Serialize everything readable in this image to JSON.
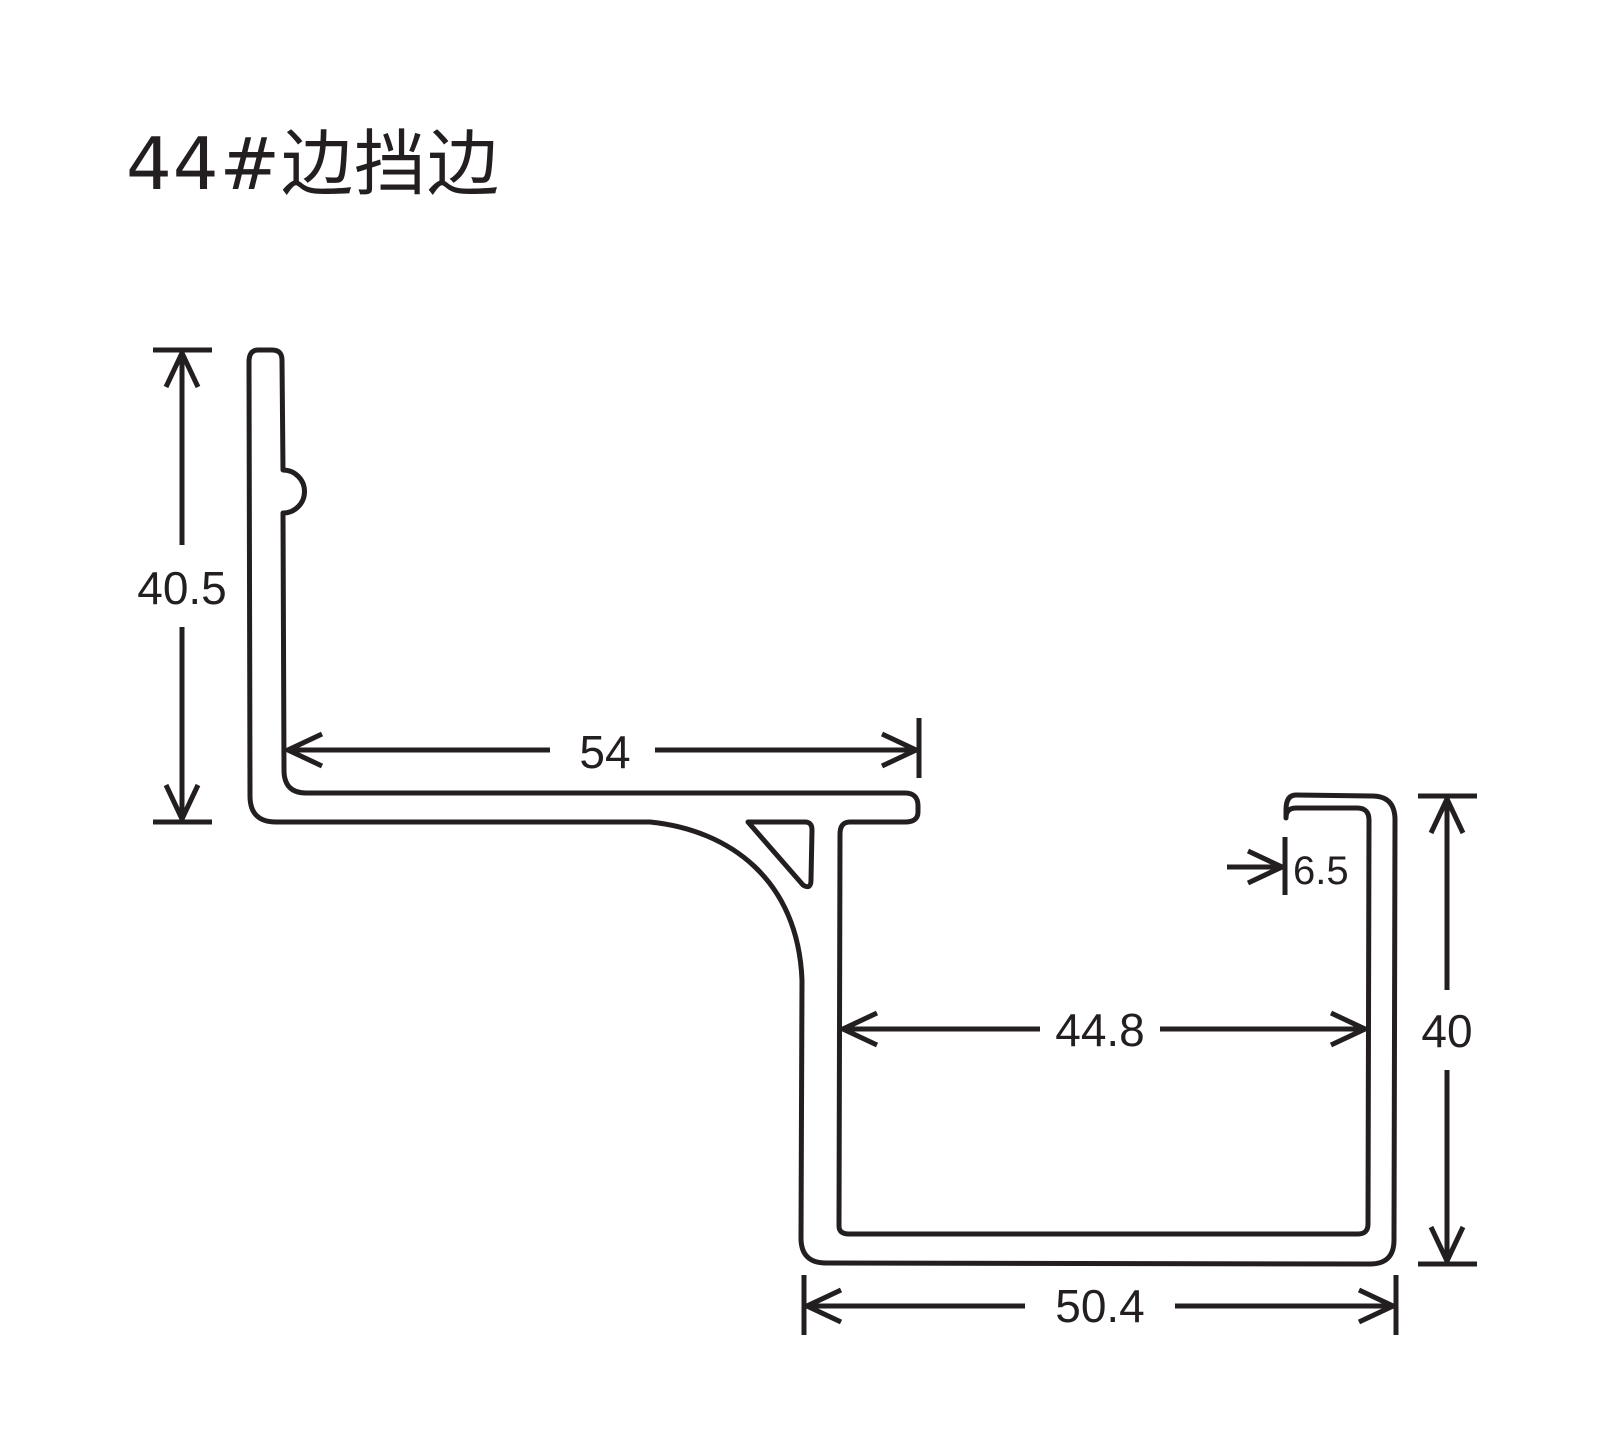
{
  "title": "44#边挡边",
  "dimensions": {
    "left_height": "40.5",
    "top_width": "54",
    "inner_width": "44.8",
    "lip": "6.5",
    "right_height": "40",
    "bottom_width": "50.4"
  },
  "colors": {
    "line": "#231f20",
    "background": "#ffffff"
  }
}
